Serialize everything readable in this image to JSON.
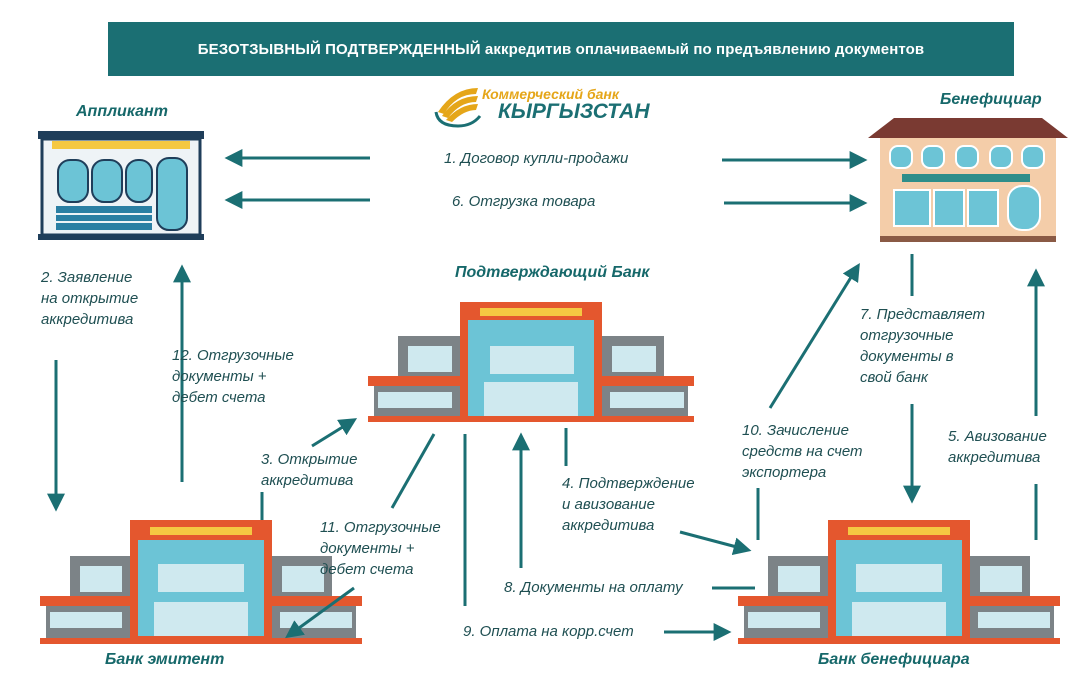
{
  "title": "БЕЗОТЗЫВНЫЙ ПОДТВЕРЖДЕННЫЙ аккредитив оплачиваемый по предъявлению документов",
  "logo": {
    "line1": "Коммерческий банк",
    "line2": "КЫРГЫЗСТАН"
  },
  "nodes": {
    "applicant": "Аппликант",
    "beneficiary": "Бенефициар",
    "confirming_bank": "Подтверждающий Банк",
    "issuing_bank": "Банк эмитент",
    "beneficiary_bank": "Банк бенефициара"
  },
  "steps": {
    "s1": "1. Договор купли-продажи",
    "s2": "2. Заявление\nна открытие\nаккредитива",
    "s3": "3. Открытие\nаккредитива",
    "s4": "4. Подтверждение\nи авизование\nаккредитива",
    "s5": "5. Авизование\nаккредитива",
    "s6": "6. Отгрузка товара",
    "s7": "7. Представляет\nотгрузочные\nдокументы в\nсвой банк",
    "s8": "8. Документы на оплату",
    "s9": "9. Оплата на корр.счет",
    "s10": "10. Зачисление\nсредств на счет\nэкспортера",
    "s11": "11. Отгрузочные\nдокументы +\nдебет счета",
    "s12": "12. Отгрузочные\nдокументы +\nдебет счета"
  },
  "colors": {
    "teal": "#1b6f73",
    "orange": "#e4572e",
    "gold": "#f5c842",
    "glass": "#6cc4d6",
    "gray": "#8a8f93"
  }
}
